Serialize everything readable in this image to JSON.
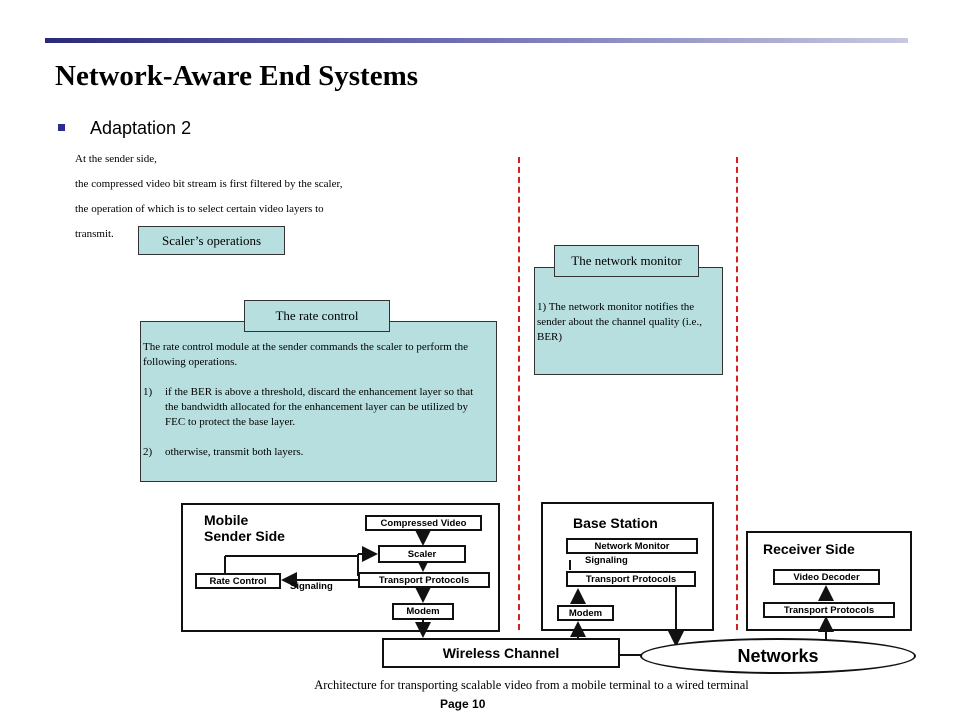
{
  "slide": {
    "title": "Network-Aware End Systems",
    "bullet": "Adaptation 2",
    "page": "Page 10",
    "caption": "Architecture for transporting scalable video from a mobile terminal to a wired terminal"
  },
  "sender_text": [
    "At the sender side,",
    "the compressed video bit stream is first filtered by the scaler,",
    "the operation of which is to select certain video layers to",
    "transmit."
  ],
  "labels": {
    "scaler_ops": "Scaler’s operations",
    "rate_control": "The rate control",
    "network_monitor": "The network monitor"
  },
  "rate_control_text": {
    "intro": "The rate control module at the sender commands the scaler to perform the following operations.",
    "item1_num": "1)",
    "item1": "if the BER is above a threshold, discard the enhancement layer so that the bandwidth allocated for the enhancement layer can be utilized by FEC to protect the base layer.",
    "item2_num": "2)",
    "item2": "otherwise, transmit both layers."
  },
  "network_monitor_text": "1) The network monitor notifies the sender about the channel quality (i.e., BER)",
  "diagram": {
    "sender_title": "Mobile\nSender Side",
    "compressed_video": "Compressed Video",
    "scaler": "Scaler",
    "rate_control": "Rate Control",
    "transport_protocols": "Transport Protocols",
    "modem": "Modem",
    "signaling": "Signaling",
    "base_station_title": "Base Station",
    "network_monitor": "Network Monitor",
    "bs_signaling": "Signaling",
    "bs_transport": "Transport Protocols",
    "bs_modem": "Modem",
    "receiver_title": "Receiver Side",
    "video_decoder": "Video Decoder",
    "rx_transport": "Transport Protocols",
    "wireless_channel": "Wireless Channel",
    "networks": "Networks"
  },
  "colors": {
    "accent": "#2e2e8a",
    "box_fill": "#b8dfe0",
    "divider": "#d42020"
  }
}
